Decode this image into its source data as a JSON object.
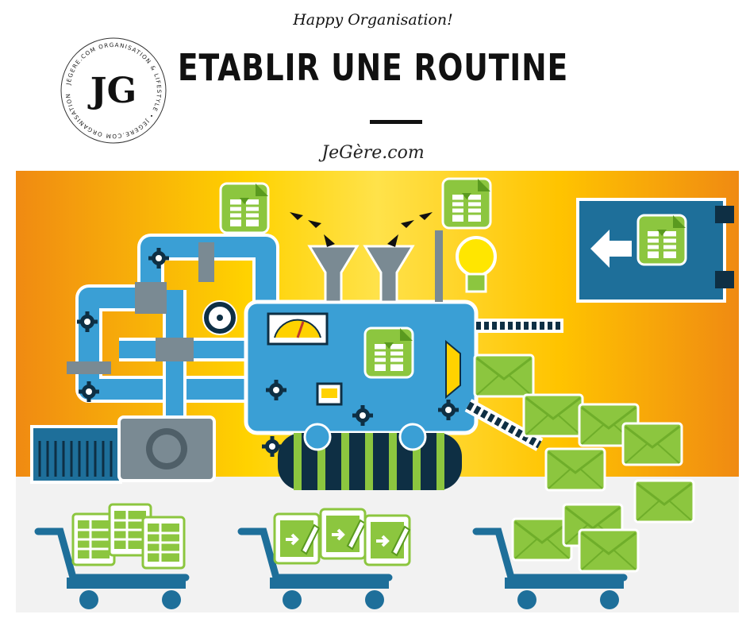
{
  "header": {
    "tagline": "Happy Organisation!",
    "title": "ETABLIR UNE ROUTINE",
    "site": "JeGère.com"
  },
  "logo": {
    "initials": "JG",
    "ring_text": "JEGERE.COM ORGANISATION & LIFESTYLE"
  },
  "colors": {
    "orange": "#f08a12",
    "yellow": "#ffd200",
    "blue": "#3a9fd5",
    "dark_blue": "#1e6f9a",
    "green": "#8cc63f",
    "dark_green": "#5a9a1f",
    "navy": "#0e2f44"
  },
  "icons": [
    "document-icon",
    "arrow-left-icon",
    "lightbulb-icon",
    "funnel-icon",
    "gear-icon",
    "envelope-icon",
    "shopping-cart-icon",
    "spreadsheet-icon",
    "edit-document-icon"
  ]
}
